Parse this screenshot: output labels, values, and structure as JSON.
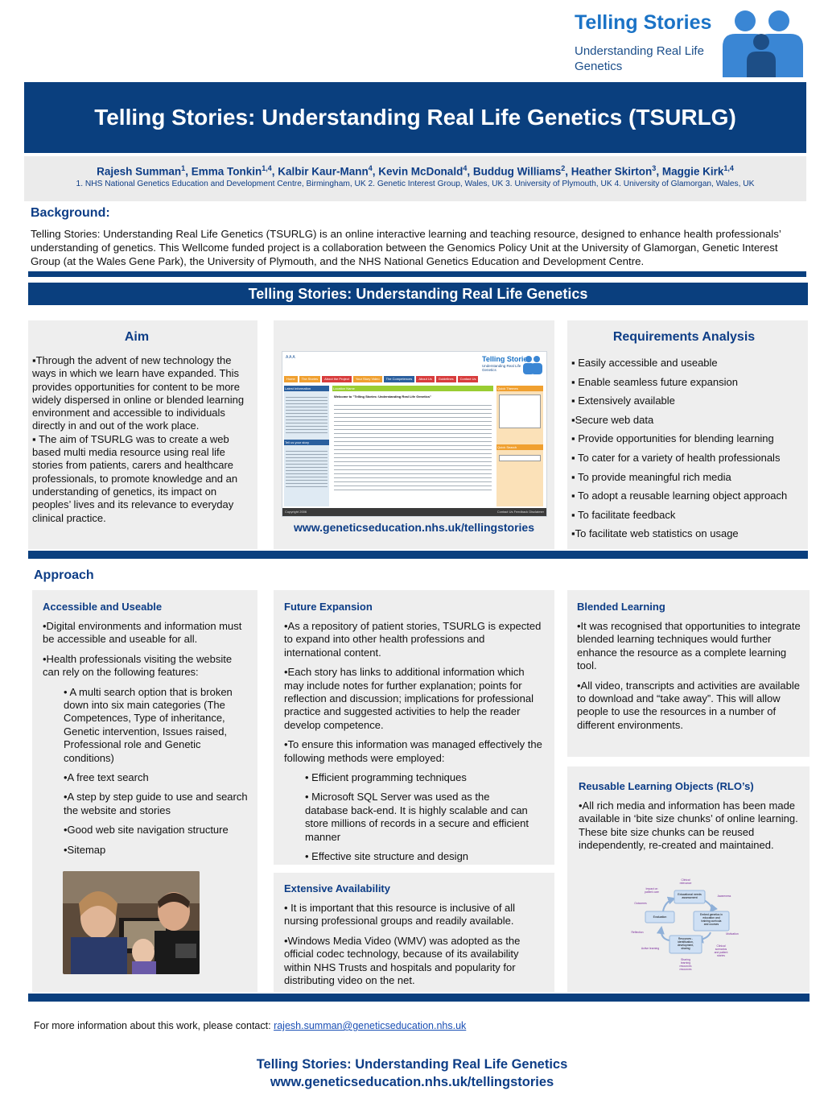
{
  "logo": {
    "title": "Telling Stories",
    "subtitle": "Understanding Real Life Genetics"
  },
  "banner_title": "Telling Stories: Understanding Real Life Genetics (TSURLG)",
  "authors": [
    {
      "name": "Rajesh Summan",
      "sup": "1"
    },
    {
      "name": "Emma Tonkin",
      "sup": "1,4"
    },
    {
      "name": "Kalbir Kaur-Mann",
      "sup": "4"
    },
    {
      "name": "Kevin McDonald",
      "sup": "4"
    },
    {
      "name": "Buddug Williams",
      "sup": "2"
    },
    {
      "name": "Heather Skirton",
      "sup": "3"
    },
    {
      "name": "Maggie Kirk",
      "sup": "1,4"
    }
  ],
  "affiliations": "1. NHS National Genetics Education and Development Centre, Birmingham, UK 2. Genetic Interest Group, Wales, UK 3. University of Plymouth, UK 4. University of Glamorgan, Wales, UK",
  "background": {
    "heading": "Background:",
    "text": "Telling Stories: Understanding Real Life Genetics (TSURLG) is an online interactive learning and teaching resource, designed to enhance health professionals’ understanding of genetics. This Wellcome funded project is a collaboration between the Genomics Policy Unit at the University of Glamorgan, Genetic Interest Group (at the Wales Gene Park), the University of Plymouth, and the NHS National Genetics Education and Development Centre."
  },
  "section_bar": "Telling Stories: Understanding Real Life Genetics",
  "aim": {
    "title": "Aim",
    "p1": "▪Through the advent of new technology the ways in which we learn have expanded. This provides opportunities for content to be more widely dispersed in online or blended learning environment and accessible to individuals directly in and out of the work place.",
    "p2": "▪ The aim of TSURLG was to create a web based multi media resource using real life stories from patients, carers and healthcare professionals, to promote knowledge and an understanding of genetics, its impact on peoples’ lives and its relevance to everyday clinical practice."
  },
  "center_url": "www.geneticseducation.nhs.uk/tellingstories",
  "requirements": {
    "title": "Requirements Analysis",
    "items": [
      "▪ Easily accessible and useable",
      "▪ Enable seamless future expansion",
      "▪ Extensively available",
      "▪Secure web data",
      "▪ Provide opportunities for blending learning",
      "▪ To cater for a variety of health professionals",
      "▪ To provide meaningful rich media",
      "▪ To adopt a reusable learning object approach",
      "▪ To facilitate feedback",
      "▪To facilitate web statistics on usage"
    ]
  },
  "approach": {
    "heading": "Approach",
    "accessible": {
      "title": "Accessible and Useable",
      "p1": "•Digital environments and information must be accessible and useable for all.",
      "p2": "•Health professionals visiting the website can rely on the following features:",
      "bullets": [
        "• A multi search option that is broken down into six main categories (The Competences, Type of inheritance, Genetic intervention, Issues raised, Professional role and Genetic conditions)",
        "•A free text search",
        "•A step by step guide to use and search the website and stories",
        "•Good web site navigation structure",
        "•Sitemap"
      ]
    },
    "future": {
      "title": "Future Expansion",
      "p1": "•As a repository of patient stories, TSURLG is expected to expand into other health professions and international content.",
      "p2": "•Each story has links to additional information which may include notes for further explanation; points for reflection and discussion; implications for professional practice and suggested activities to help the reader develop competence.",
      "p3": "•To ensure this information was managed effectively the following methods were employed:",
      "bullets": [
        "• Efficient  programming techniques",
        "• Microsoft SQL Server was used as the database back-end.  It is highly scalable and can store millions of records in a secure and efficient manner",
        "• Effective site structure and design"
      ]
    },
    "extensive": {
      "title": "Extensive Availability",
      "p1": "• It is important that this resource is inclusive of all nursing professional groups and readily available.",
      "p2": "•Windows Media Video (WMV) was adopted as the official codec technology, because of its availability within NHS Trusts and hospitals and popularity for distributing video on the net."
    },
    "blended": {
      "title": "Blended Learning",
      "p1": "•It was recognised that opportunities to integrate blended learning techniques would further enhance the resource as a complete learning tool.",
      "p2": "•All video, transcripts and activities are available to download and “take away”.  This will allow people to use the resources in a number of different environments."
    },
    "rlo": {
      "title": "Reusable Learning Objects (RLO’s)",
      "p1": "•All rich media and information has been made available in ‘bite size chunks’ of online learning.  These bite size chunks can be reused independently, re-created and maintained."
    }
  },
  "diagram": {
    "nodes": [
      "Educational needs assessment",
      "Embed genetics in education and training curricula and courses",
      "Resources - identification, development, sharing",
      "Evaluation"
    ],
    "labels": [
      "Clinical relevance",
      "Impact on patient care",
      "Awareness",
      "Outcomes",
      "Motivation",
      "Reflection",
      "Clinical scenarios and patient stories",
      "Active learning",
      "Sharing learning resources"
    ]
  },
  "mock_site": {
    "logo": "Telling Stories",
    "logo_sub": "Understanding Real Life Genetics",
    "nav": [
      "Home",
      "The Stories",
      "About the Project",
      "Your Story Video",
      "The Competences",
      "About Us",
      "Guidelines",
      "Contact Us"
    ],
    "panels": [
      "Latest Information",
      "Location Name",
      "Quick Themes",
      "Tell us your story",
      "Quick Search"
    ],
    "welcome": "Welcome to \"Telling Stories: Understanding Real Life Genetics\"",
    "copyright": "Copyright 2006",
    "footer_links": "Contact Us  Feedback  Disclaimer"
  },
  "footer": {
    "contact_prefix": "For more information about this work, please contact: ",
    "email": "rajesh.summan@geneticseducation.nhs.uk",
    "title": "Telling Stories: Understanding Real Life Genetics",
    "url": "www.geneticseducation.nhs.uk/tellingstories"
  },
  "colors": {
    "banner": "#0a3f7e",
    "accent_text": "#0d3d86",
    "logo_blue": "#1b73c6",
    "panel": "#eeeeee"
  }
}
